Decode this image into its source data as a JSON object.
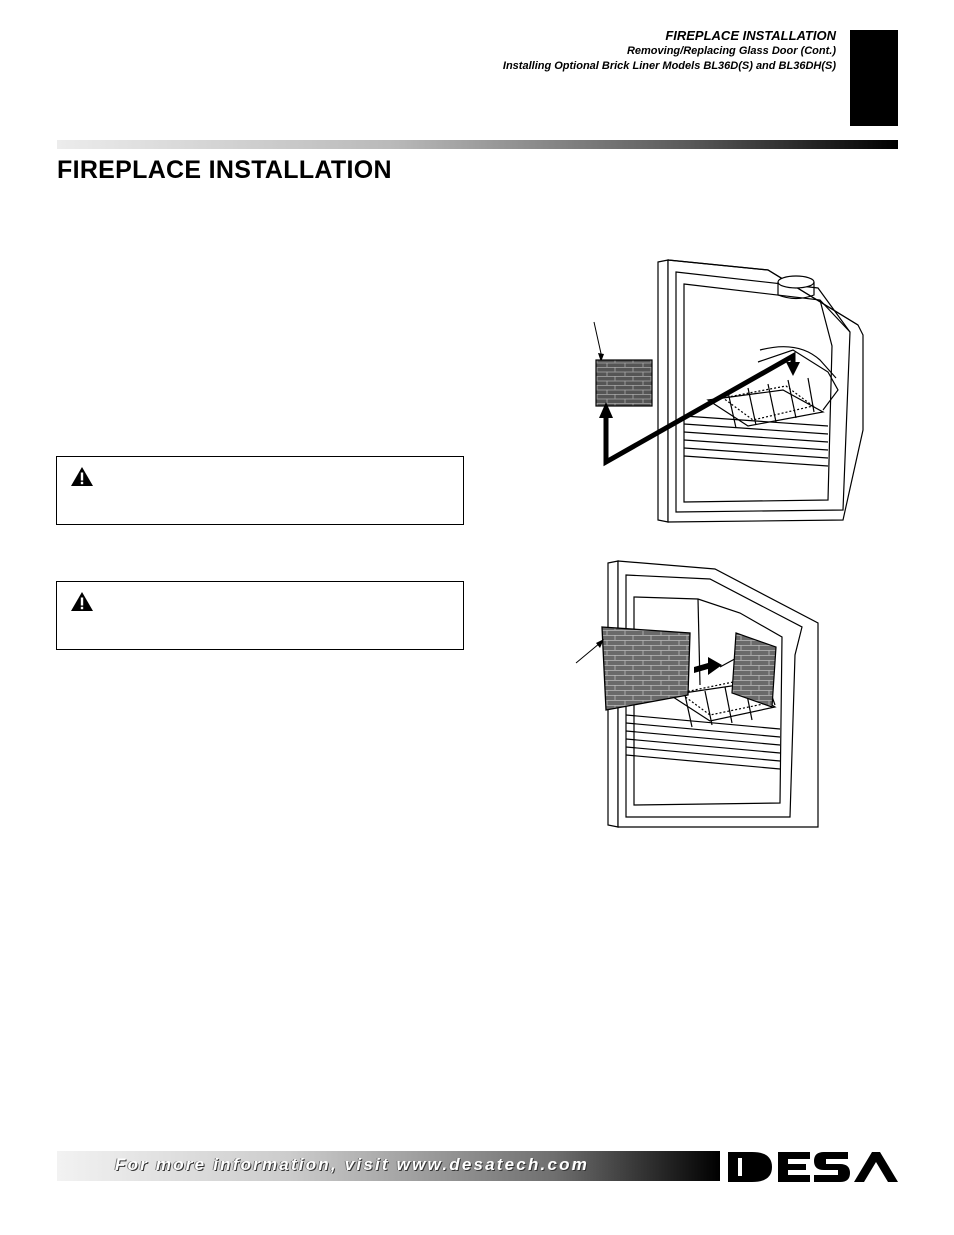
{
  "header": {
    "section": "FIREPLACE INSTALLATION",
    "subtitle_1": "Removing/Replacing Glass Door (Cont.)",
    "subtitle_2": "Installing Optional Brick Liner Models BL36D(S) and BL36DH(S)"
  },
  "page_title": "FIREPLACE INSTALLATION",
  "warnings": [
    {
      "icon": "warning-triangle-icon"
    },
    {
      "icon": "warning-triangle-icon"
    }
  ],
  "figures": [
    {
      "name": "back-brick-panel-installation",
      "icon": "fireplace-illustration"
    },
    {
      "name": "side-brick-panel-installation",
      "icon": "fireplace-illustration"
    }
  ],
  "footer": {
    "text": "For more information, visit www.desatech.com",
    "logo": "DESA"
  },
  "colors": {
    "ink": "#000000",
    "paper": "#ffffff",
    "brick": "#5c5c5c"
  }
}
